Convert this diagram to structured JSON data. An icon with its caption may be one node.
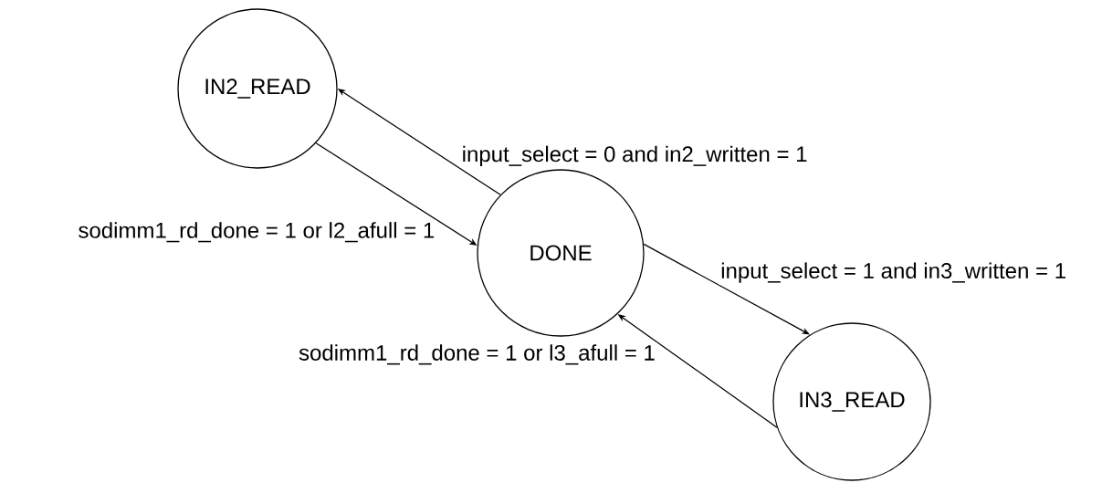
{
  "diagram": {
    "nodes": [
      {
        "text": [
          "IN2_READ"
        ]
      },
      {
        "text": [
          "DONE"
        ]
      },
      {
        "text": [
          "IN3_READ"
        ]
      }
    ],
    "edges": [
      {
        "from": 1,
        "to": 0,
        "arrow": "to",
        "label": "input_select = 0 and in2_written = 1"
      },
      {
        "from": 0,
        "to": 1,
        "arrow": "to",
        "label": "sodimm1_rd_done = 1 or l2_afull = 1"
      },
      {
        "from": 1,
        "to": 2,
        "arrow": "to",
        "label": "input_select = 1 and in3_written = 1"
      },
      {
        "from": 2,
        "to": 1,
        "arrow": "to",
        "label": "sodimm1_rd_done = 1 or l3_afull = 1"
      }
    ]
  }
}
